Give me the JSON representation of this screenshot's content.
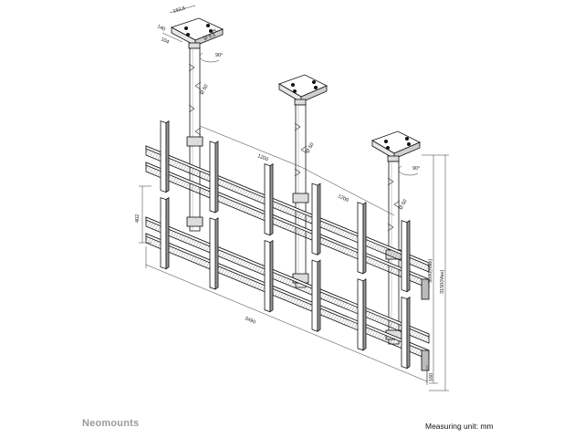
{
  "brand": {
    "name": "Neomounts"
  },
  "legend": {
    "unit_text": "Measuring unit: mm"
  },
  "drawing": {
    "plate_dims": [
      "162,5",
      "140",
      "104",
      "Ø 8,5",
      "25"
    ],
    "angle_labels": [
      "90°",
      "90°"
    ],
    "pole_labels": [
      "Ø 50",
      "Ø 50",
      "Ø 50"
    ],
    "spacing_labels": [
      "1200",
      "1200"
    ],
    "width_label": "3490",
    "row_height_label": "402",
    "height_labels": [
      "3090(Max)",
      "3150(Max)"
    ],
    "bottom_label": "160"
  }
}
